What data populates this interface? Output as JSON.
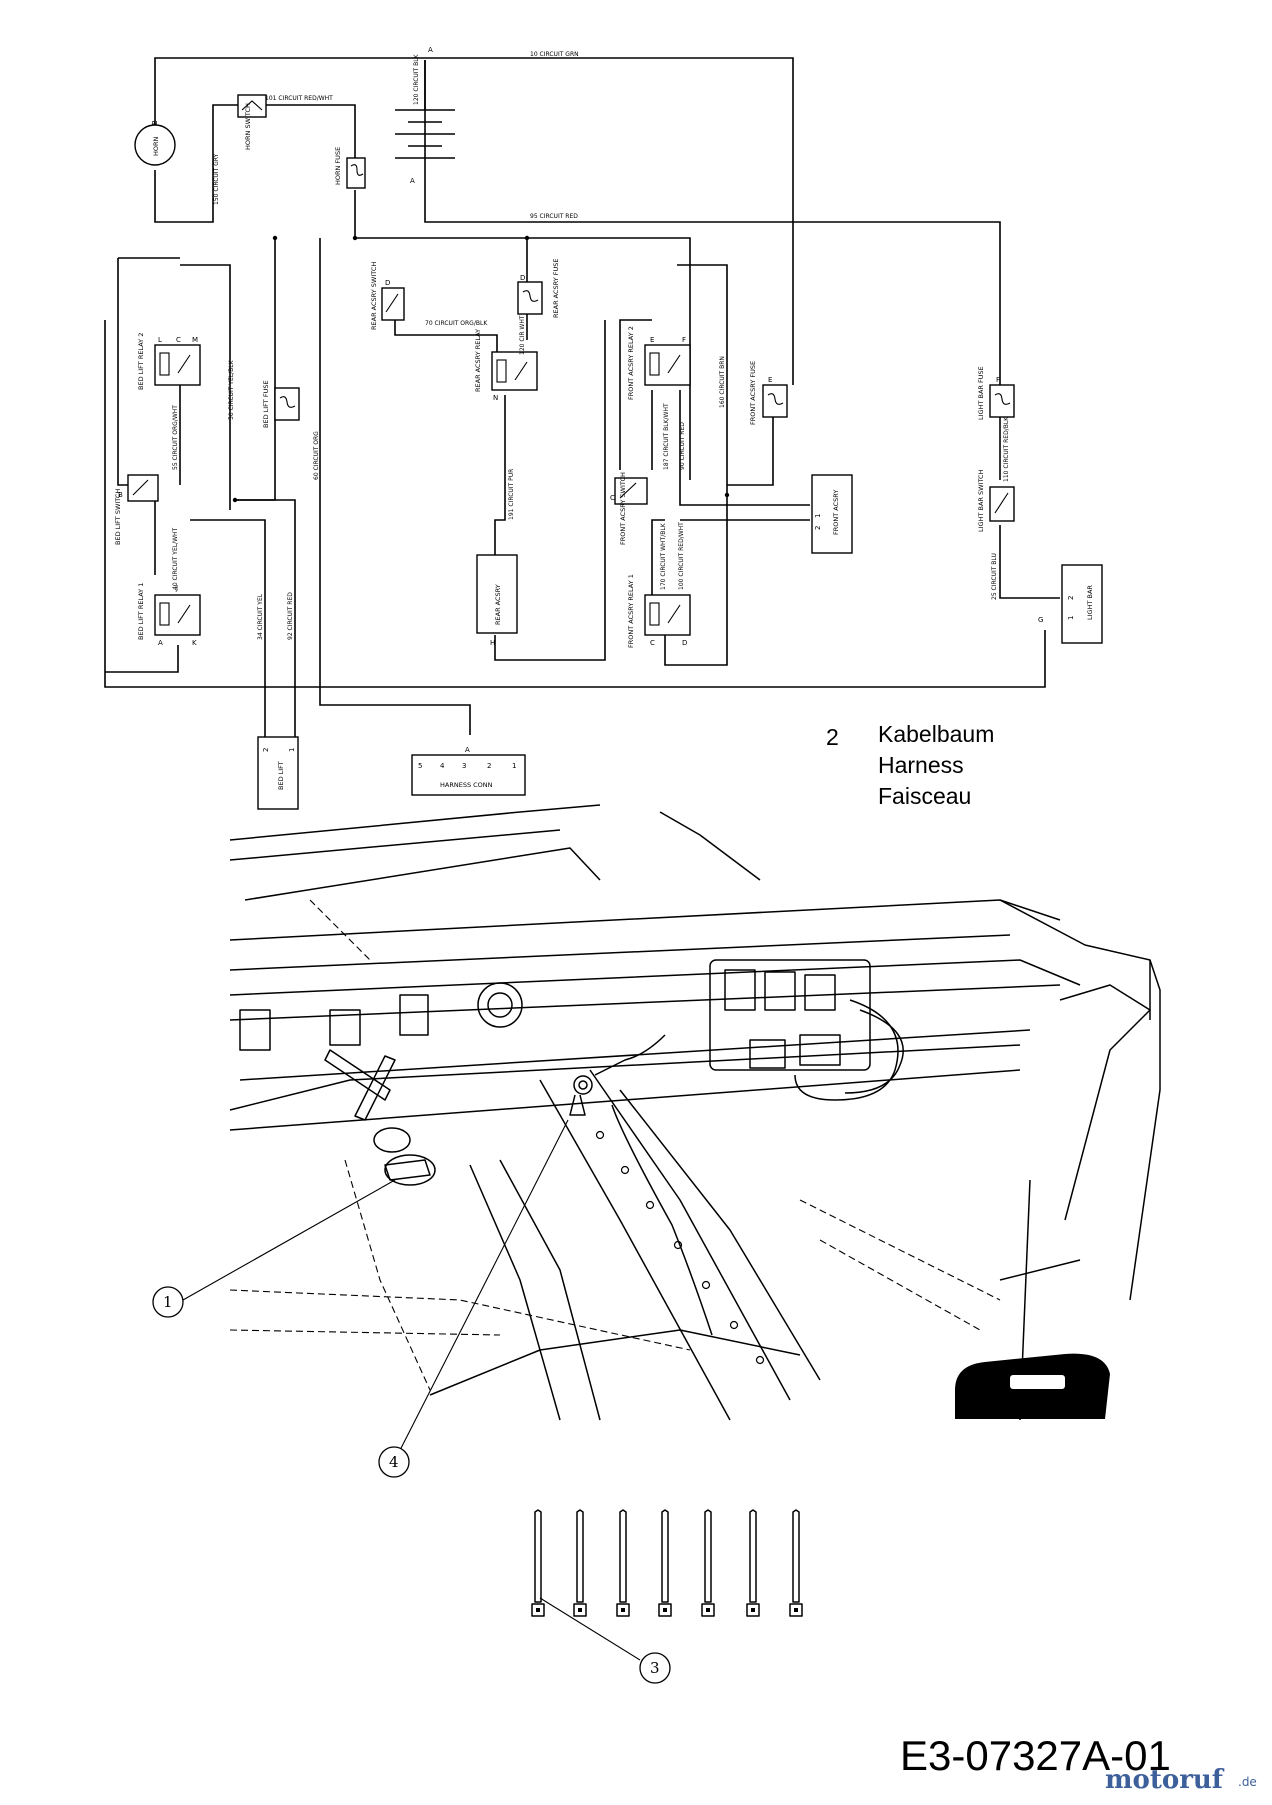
{
  "wiring": {
    "circuits": {
      "c10": "10 CIRCUIT GRN",
      "c120": "120 CIRCUIT BLK",
      "c101": "101 CIRCUIT RED/WHT",
      "c150": "150 CIRCUIT GRY",
      "c95": "95 CIRCUIT RED",
      "c70": "70 CIRCUIT ORG/BLK",
      "c120b": "120 CIR WHT",
      "c50": "50 CIRCUIT YEL/BLK",
      "c60": "60 CIRCUIT ORG",
      "c160": "160 CIRCUIT BRN",
      "c55": "55 CIRCUIT ORG/WHT",
      "c191": "191 CIRCUIT PUR",
      "c187": "187 CIRCUIT BLK/WHT",
      "c90": "90 CIRCUIT RED",
      "c110": "110 CIRCUIT RED/BLK",
      "c40": "40 CIRCUIT YEL/WHT",
      "c34": "34 CIRCUIT YEL",
      "c92": "92 CIRCUIT RED",
      "c170": "170 CIRCUIT WHT/BLK",
      "c100": "100 CIRCUIT RED/WHT",
      "c25": "25 CIRCUIT BLU"
    },
    "components": {
      "horn": "HORN",
      "horn_switch": "HORN SWITCH",
      "horn_fuse": "HORN FUSE",
      "rear_acsry_switch": "REAR ACSRY SWITCH",
      "rear_acsry_fuse": "REAR ACSRY FUSE",
      "rear_acsry_relay": "REAR ACSRY RELAY",
      "bed_lift_relay2": "BED LIFT RELAY 2",
      "bed_lift_fuse": "BED LIFT FUSE",
      "bed_lift_switch": "BED LIFT SWITCH",
      "bed_lift_relay1": "BED LIFT RELAY 1",
      "front_acsry_relay2": "FRONT ACSRY RELAY 2",
      "front_acsry_fuse": "FRONT ACSRY FUSE",
      "front_acsry_switch": "FRONT ACSRY SWITCH",
      "front_acsry_relay1": "FRONT ACSRY RELAY 1",
      "front_acsry": "FRONT ACSRY",
      "rear_acsry": "REAR ACSRY",
      "light_bar_fuse": "LIGHT BAR FUSE",
      "light_bar_switch": "LIGHT BAR SWITCH",
      "light_bar": "LIGHT BAR",
      "bed_lift": "BED LIFT",
      "harness_conn": "HARNESS CONN"
    },
    "pins": {
      "a": "A",
      "b": "B",
      "c": "C",
      "d": "D",
      "e": "E",
      "f": "F",
      "g": "G",
      "h": "H",
      "j": "J",
      "k": "K",
      "l": "L",
      "m": "M",
      "n": "N",
      "p1": "1",
      "p2": "2",
      "p3": "3",
      "p4": "4",
      "p5": "5"
    }
  },
  "legend": {
    "number": "2",
    "lines": [
      "Kabelbaum",
      "Harness",
      "Faisceau"
    ]
  },
  "callouts": [
    "1",
    "3",
    "4"
  ],
  "part_number": "E3-07327A-01",
  "watermark": {
    "brand": "motoruf",
    "tld": ".de"
  }
}
